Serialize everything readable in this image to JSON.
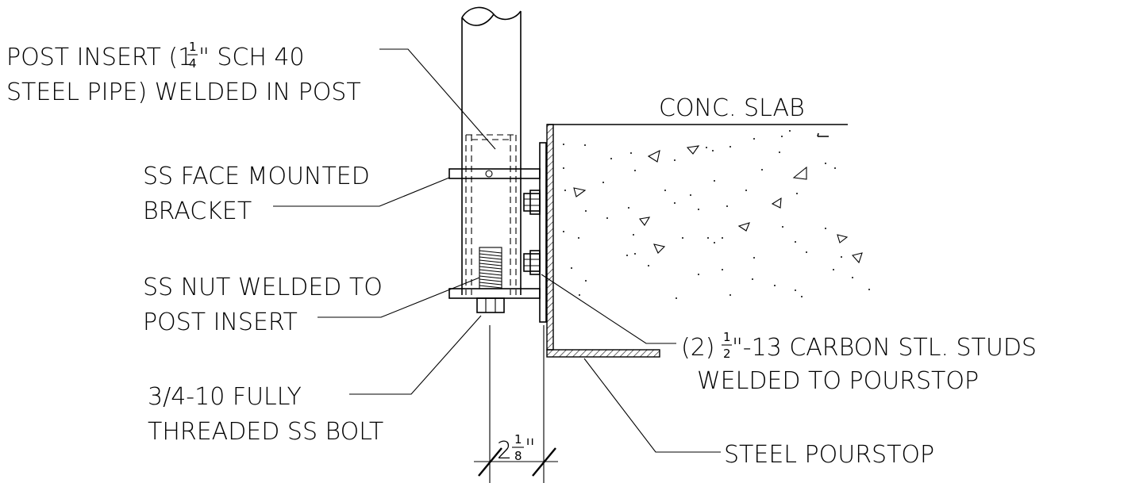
{
  "labels": {
    "post_insert_line1": "POST INSERT (1",
    "post_insert_frac_num": "1",
    "post_insert_frac_den": "4",
    "post_insert_line1_rest": "\" SCH 40",
    "post_insert_line2": "STEEL PIPE) WELDED IN POST",
    "conc_slab": "CONC. SLAB",
    "bracket_line1": "SS FACE MOUNTED",
    "bracket_line2": "BRACKET",
    "nut_line1": "SS NUT WELDED TO",
    "nut_line2": "POST INSERT",
    "bolt_line1": "3/4-10 FULLY",
    "bolt_line2": "THREADED SS BOLT",
    "studs_prefix": "(2) ",
    "studs_frac_num": "1",
    "studs_frac_den": "2",
    "studs_rest": "\"-13 CARBON STL. STUDS",
    "studs_line2": "WELDED TO POURSTOP",
    "pourstop": "STEEL POURSTOP",
    "dim_whole": "2",
    "dim_frac_num": "1",
    "dim_frac_den": "8",
    "dim_unit": "\""
  }
}
